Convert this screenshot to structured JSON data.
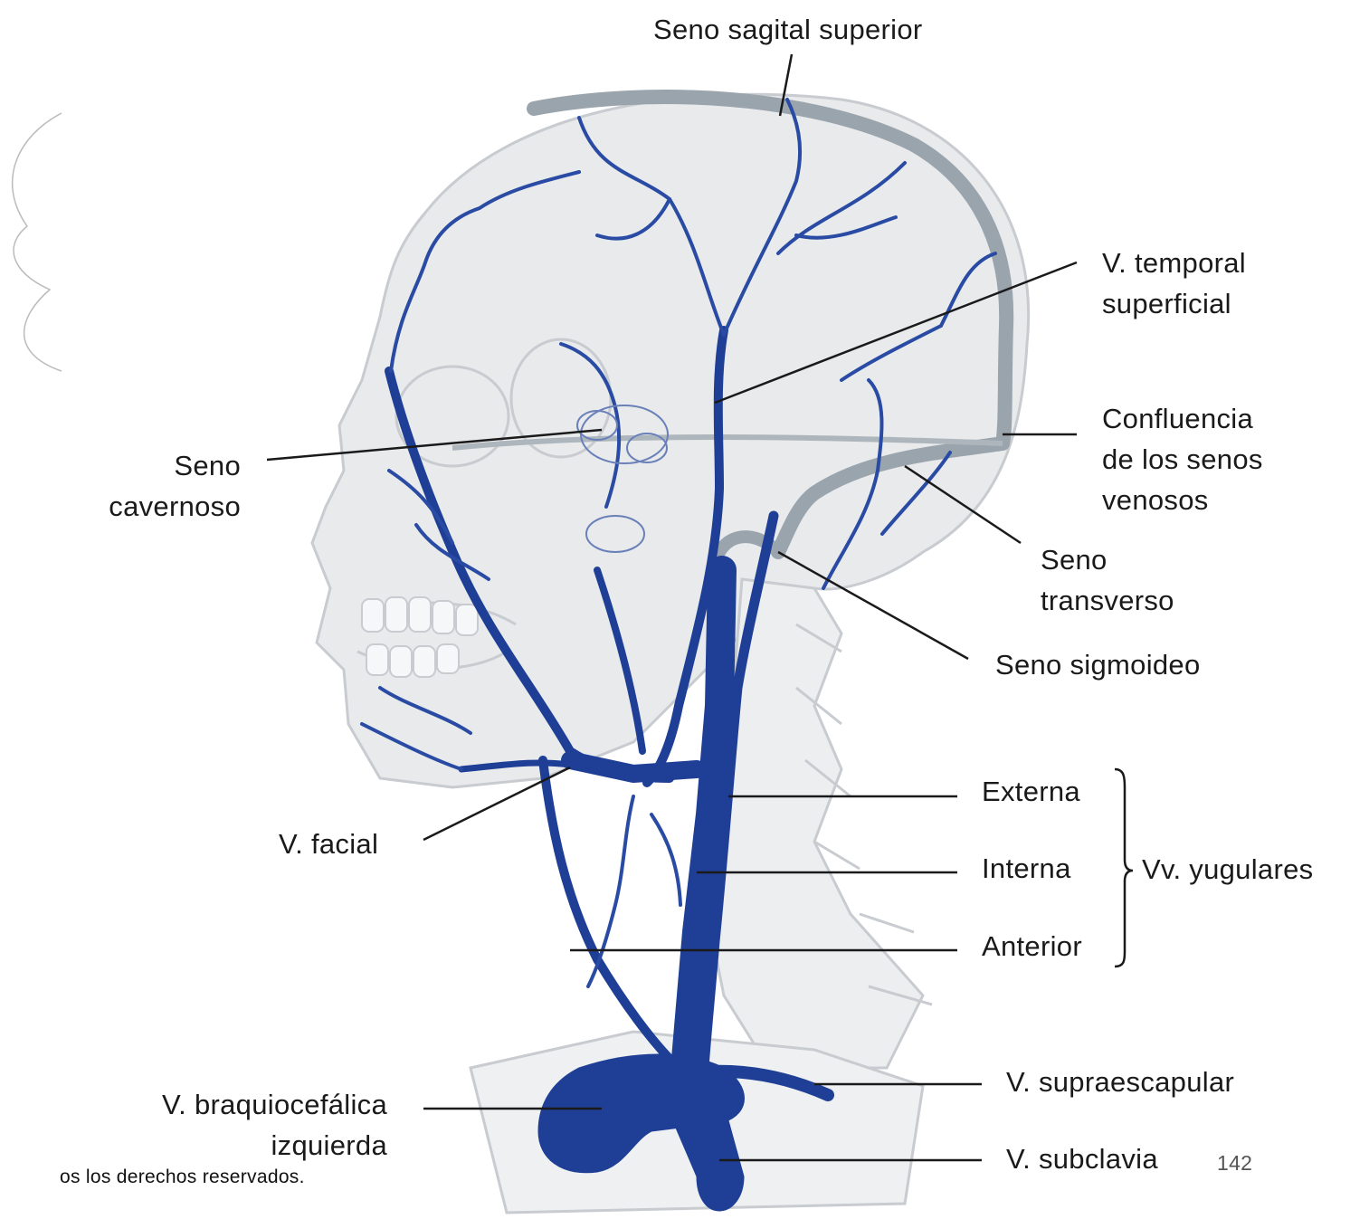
{
  "labels": {
    "seno_sagital_superior": "Seno sagital superior",
    "v_temporal_superficial": [
      "V. temporal",
      "superficial"
    ],
    "confluencia": [
      "Confluencia",
      "de los senos",
      "venosos"
    ],
    "seno_cavernoso": [
      "Seno",
      "cavernoso"
    ],
    "seno_transverso": [
      "Seno",
      "transverso"
    ],
    "seno_sigmoideo": "Seno sigmoideo",
    "externa": "Externa",
    "interna": "Interna",
    "anterior": "Anterior",
    "vv_yugulares": "Vv. yugulares",
    "v_facial": "V. facial",
    "v_supraescapular": "V. supraescapular",
    "v_braquiocefalica": [
      "V. braquiocefálica",
      "izquierda"
    ],
    "v_subclavia": "V. subclavia"
  },
  "footer": {
    "copyright": "os los derechos reservados.",
    "page_number": "142"
  },
  "colors": {
    "vein": "#1f3f96",
    "bone": "#e6e8ea",
    "bone_outline": "#c9ccd0",
    "sinus": "#9aa4ad",
    "leader": "#1a1a1a"
  }
}
